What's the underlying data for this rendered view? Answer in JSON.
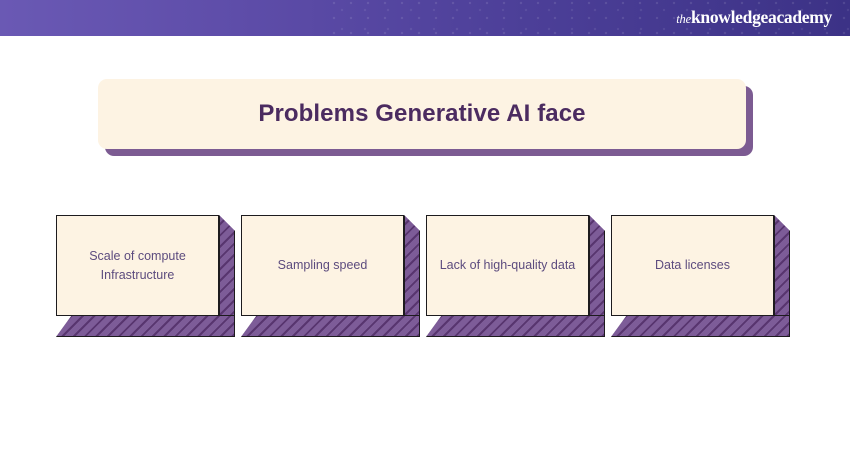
{
  "header": {
    "brand": {
      "the": "the",
      "knowledge": "knowledge",
      "academy": "academy",
      "full": "theknowledgeacademy"
    },
    "gradient_from": "#6a59b4",
    "gradient_to": "#3c3286"
  },
  "banner": {
    "title": "Problems Generative AI face",
    "fill_color": "#fdf3e3",
    "shadow_color": "#7c5b92",
    "text_color": "#4b2b60"
  },
  "cards": [
    {
      "label": "Scale of compute Infrastructure"
    },
    {
      "label": "Sampling speed"
    },
    {
      "label": "Lack of high-quality data"
    },
    {
      "label": "Data licenses"
    }
  ],
  "card_style": {
    "face_color": "#fdf3e3",
    "border_color": "#1d1b1e",
    "shadow_base": "#7d5c98",
    "shadow_stripe": "#58356f",
    "text_color": "#5c4b7e"
  },
  "page": {
    "background": "#ffffff"
  }
}
